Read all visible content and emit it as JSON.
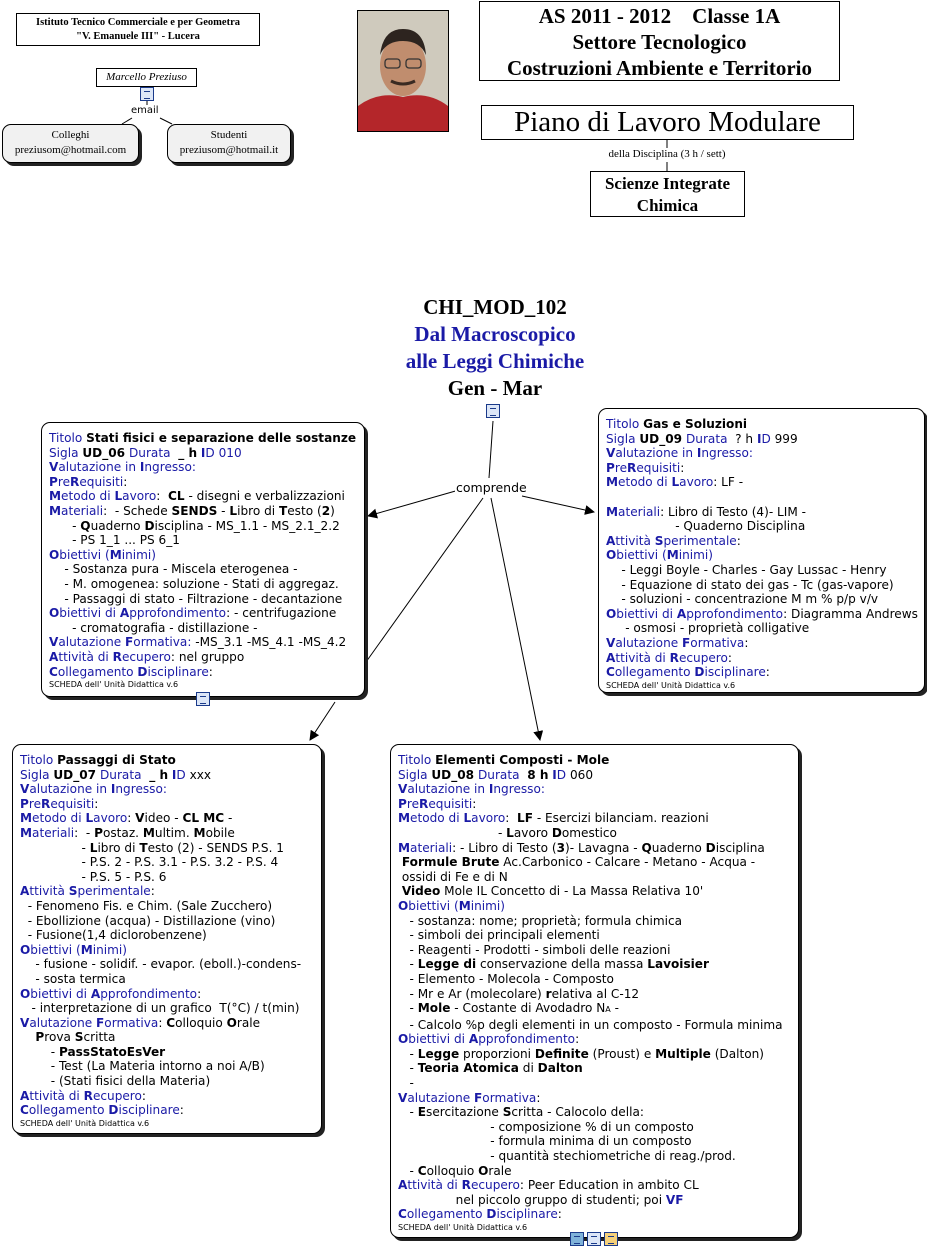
{
  "header": {
    "school_line1": "Istituto Tecnico Commerciale e per Geometra",
    "school_line2": "\"V. Emanuele III\" - Lucera",
    "author": "Marcello Preziuso",
    "email_label": "email",
    "contacts": [
      {
        "label": "Colleghi",
        "email": "preziusom@hotmail.com"
      },
      {
        "label": "Studenti",
        "email": "preziusom@hotmail.it"
      }
    ],
    "year_line1": "AS 2011 - 2012",
    "year_class": "Classe 1A",
    "year_line2": "Settore Tecnologico",
    "year_line3": "Costruzioni Ambiente e Territorio",
    "plan_title": "Piano di Lavoro Modulare",
    "discipline_note": "della Disciplina (3 h / sett)",
    "subject_line1": "Scienze Integrate",
    "subject_line2": "Chimica"
  },
  "module": {
    "code": "CHI_MOD_102",
    "title_line1": "Dal Macroscopico",
    "title_line2": "alle Leggi Chimiche",
    "period": "Gen - Mar",
    "link_label": "comprende"
  },
  "colors": {
    "keyword": "#1a1aa6",
    "text": "#000000",
    "border": "#000000"
  },
  "footer_note": "SCHEDA dell' Unità Didattica v.6"
}
